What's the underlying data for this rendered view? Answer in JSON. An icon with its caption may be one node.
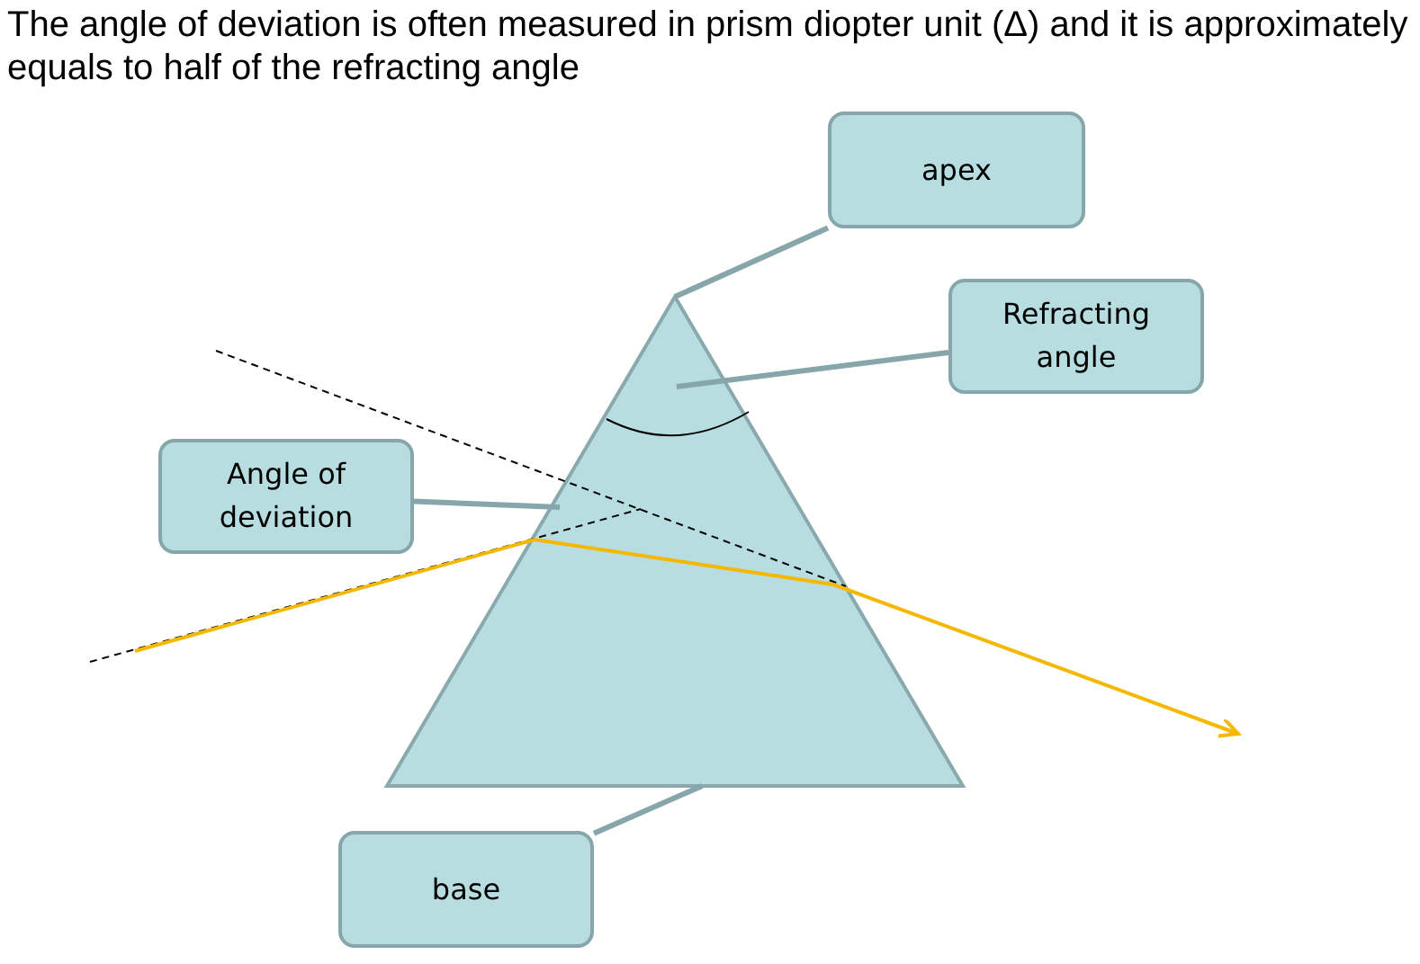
{
  "diagram": {
    "title": "The angle of deviation is often measured in prism diopter unit (Δ) and it is approximately equals to half of the refracting angle",
    "nodes": [
      {
        "text": [
          "apex"
        ]
      },
      {
        "text": [
          "Refracting angle"
        ]
      },
      {
        "text": [
          "Angle of deviation"
        ]
      },
      {
        "text": [
          "base"
        ]
      },
      {
        "text": [],
        "shape": "triangle"
      }
    ],
    "edges": [
      {
        "from": 0,
        "to": 4,
        "arrow": "none"
      },
      {
        "from": 1,
        "to": 4,
        "arrow": "none"
      },
      {
        "from": 2,
        "to": 4,
        "arrow": "none"
      },
      {
        "from": 3,
        "to": 4,
        "arrow": "none"
      }
    ]
  }
}
